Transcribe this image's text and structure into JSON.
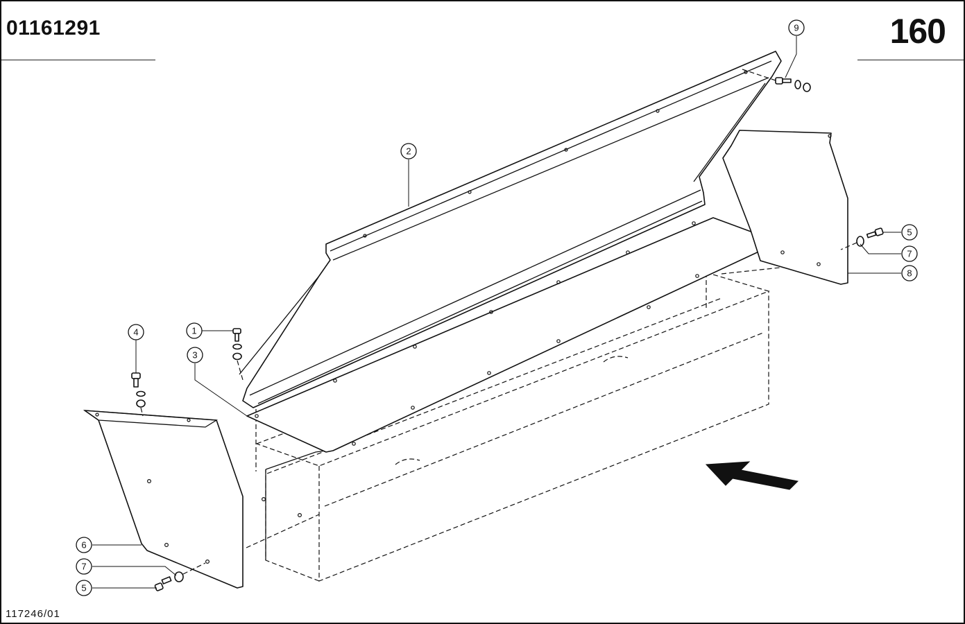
{
  "header": {
    "document_number": "01161291",
    "page_number": "160"
  },
  "footer": {
    "drawing_code": "117246/01"
  },
  "callouts": [
    {
      "label": "1"
    },
    {
      "label": "2"
    },
    {
      "label": "3"
    },
    {
      "label": "4"
    },
    {
      "label": "5"
    },
    {
      "label": "5"
    },
    {
      "label": "6"
    },
    {
      "label": "7"
    },
    {
      "label": "7"
    },
    {
      "label": "8"
    },
    {
      "label": "9"
    }
  ],
  "colors": {
    "ink": "#111111",
    "paper": "#ffffff"
  }
}
